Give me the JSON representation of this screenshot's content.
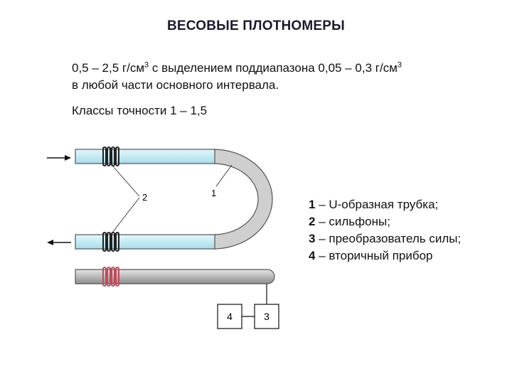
{
  "title": "ВЕСОВЫЕ ПЛОТНОМЕРЫ",
  "description": {
    "range_line_pre": "0,5 – 2,5 г/см",
    "range_line_mid": " с выделением поддиапазона 0,05 – 0,3 г/см",
    "unit_sup": "3",
    "line2": "в любой части основного интервала."
  },
  "accuracy_classes": "Классы точности 1 – 1,5",
  "diagram": {
    "label_1": "1",
    "label_2": "2",
    "box_3": "3",
    "box_4": "4",
    "colors": {
      "tube_fill": "#cdeef5",
      "tube_bend": "#cfcfcf",
      "rod_fill": "#bdbdbd",
      "bellows_top": "#222222",
      "bellows_bottom": "#c24a5a"
    }
  },
  "legend": [
    {
      "num": "1",
      "text": " – U-образная трубка;"
    },
    {
      "num": "2",
      "text": " – сильфоны;"
    },
    {
      "num": "3",
      "text": " – преобразователь силы;"
    },
    {
      "num": "4",
      "text": " – вторичный прибор"
    }
  ]
}
